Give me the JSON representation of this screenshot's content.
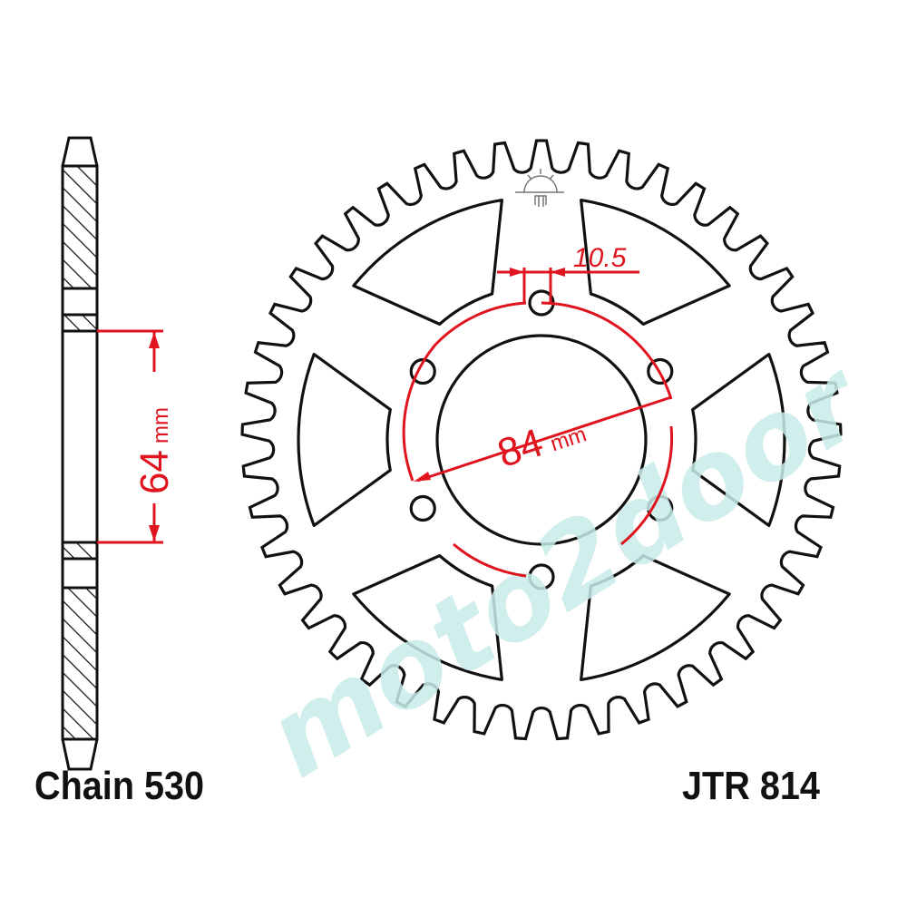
{
  "diagram": {
    "left_label": "Chain 530",
    "right_label": "JTR 814",
    "dim_hub_width": "64",
    "dim_hub_width_unit": "mm",
    "dim_pcd": "84",
    "dim_pcd_unit": "mm",
    "dim_hole": "10.5",
    "watermark": "moto2door",
    "colors": {
      "outline": "#111111",
      "dimension": "#e0141e",
      "watermark": "#c8ece8"
    }
  }
}
